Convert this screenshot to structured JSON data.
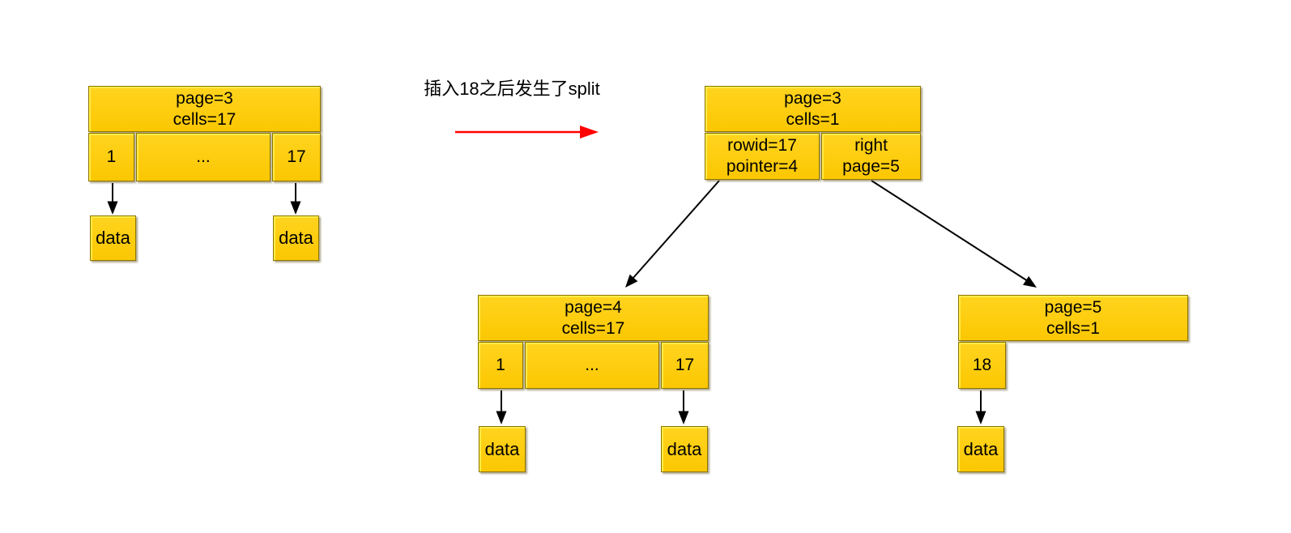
{
  "annotation": {
    "label": "插入18之后发生了split"
  },
  "colors": {
    "node_fill": "#fcc702",
    "node_highlight": "#ffec46",
    "node_border": "#8f7400",
    "edge_black": "#000000",
    "edge_red": "#ff0000",
    "background": "#ffffff"
  },
  "before": {
    "root": {
      "header_line1": "page=3",
      "header_line2": "cells=17",
      "cell_first": "1",
      "cell_middle": "...",
      "cell_last": "17"
    },
    "data_first": "data",
    "data_last": "data"
  },
  "after": {
    "root": {
      "header_line1": "page=3",
      "header_line2": "cells=1",
      "left_cell_line1": "rowid=17",
      "left_cell_line2": "pointer=4",
      "right_cell_line1": "right",
      "right_cell_line2": "page=5"
    },
    "left_child": {
      "header_line1": "page=4",
      "header_line2": "cells=17",
      "cell_first": "1",
      "cell_middle": "...",
      "cell_last": "17",
      "data_first": "data",
      "data_last": "data"
    },
    "right_child": {
      "header_line1": "page=5",
      "header_line2": "cells=1",
      "cell_first": "18",
      "data": "data"
    }
  }
}
